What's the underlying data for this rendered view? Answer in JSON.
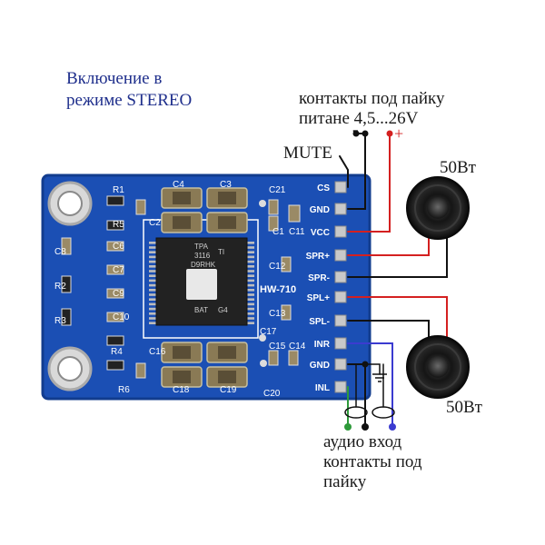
{
  "title_lines": [
    "Включение в",
    "режиме STEREO"
  ],
  "power_label_lines": [
    "контакты под пайку",
    "питане 4,5...26V"
  ],
  "mute_label": "MUTE",
  "minus_sign": "-",
  "plus_sign": "+",
  "speaker_top_label": "50Вт",
  "speaker_bottom_label": "50Вт",
  "audio_label_lines": [
    "аудио вход",
    "контакты под",
    "пайку"
  ],
  "board": {
    "model": "HW-710",
    "chip_text": [
      "TPA",
      "3116",
      "D9RHK",
      "BAT",
      "TI",
      "G4"
    ],
    "pins": [
      "CS",
      "GND",
      "VCC",
      "SPR+",
      "SPR-",
      "SPL+",
      "SPL-",
      "INR",
      "GND",
      "INL"
    ],
    "components": [
      "R1",
      "R5",
      "R2",
      "R3",
      "R4",
      "R6",
      "C8",
      "C6",
      "C7",
      "C9",
      "C10",
      "C4",
      "C3",
      "C2",
      "C1",
      "C11",
      "C21",
      "C12",
      "C13",
      "C15",
      "C14",
      "C16",
      "C17",
      "C18",
      "C19",
      "C20"
    ]
  },
  "colors": {
    "board": "#1b4fb4",
    "board_dark": "#123c8e",
    "wire_red": "#d42020",
    "wire_black": "#111111",
    "wire_green": "#2e9a3a",
    "wire_blue": "#3b3bd0",
    "title_blue": "#1f2f8c"
  }
}
